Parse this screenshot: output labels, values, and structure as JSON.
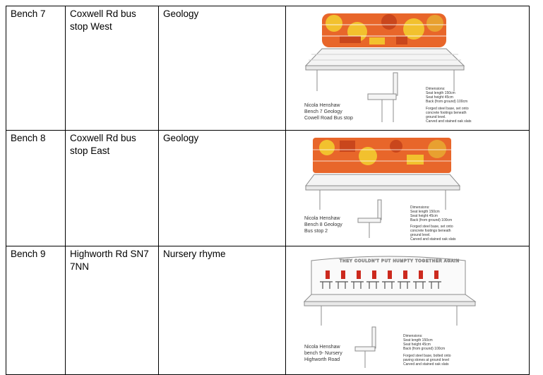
{
  "rows": [
    {
      "bench": "Bench 7",
      "location": "Coxwell Rd bus stop West",
      "theme": "Geology",
      "caption": [
        "Nicola Henshaw",
        "Bench 7 Geology",
        "Cowell Road Bus stop"
      ],
      "dimensions": [
        "Dimensions:",
        "Seat length 150cm",
        "Seat height 45cm",
        "Back (from ground) 100cm"
      ],
      "construction": [
        "Forged steel base, set onto",
        "concrete footings beneath",
        "ground level.",
        "Carved and stained oak slats"
      ]
    },
    {
      "bench": "Bench 8",
      "location": "Coxwell Rd bus stop East",
      "theme": "Geology",
      "caption": [
        "Nicola Henshaw",
        "Bench 8 Geology",
        "Bus stop 2"
      ],
      "dimensions": [
        "Dimensions:",
        "Seat length 150cm",
        "Seat height 45cm",
        "Back (from ground) 100cm"
      ],
      "construction": [
        "Forged steel base, set onto",
        "concrete footings beneath",
        "ground level.",
        "Carved and stained oak slats"
      ]
    },
    {
      "bench": "Bench 9",
      "location": "Highworth Rd SN7 7NN",
      "theme": "Nursery rhyme",
      "caption": [
        "Nicola Henshaw",
        "bench 9- Nursery",
        "Highworth Road"
      ],
      "dimensions": [
        "Dimensions:",
        "Seat length 150cm",
        "Seat height 45cm",
        "Back (from ground) 100cm"
      ],
      "construction": [
        "Forged steel base, bolted onto",
        "paving stones at ground level",
        "Carved and stained oak slats"
      ],
      "banner": "THEY COULDN'T PUT HUMPTY TOGETHER AGAIN"
    }
  ],
  "colors": {
    "orange": "#e8662a",
    "yellow": "#f2c12e",
    "red": "#cc2a1e",
    "grey": "#8c8c8c"
  }
}
